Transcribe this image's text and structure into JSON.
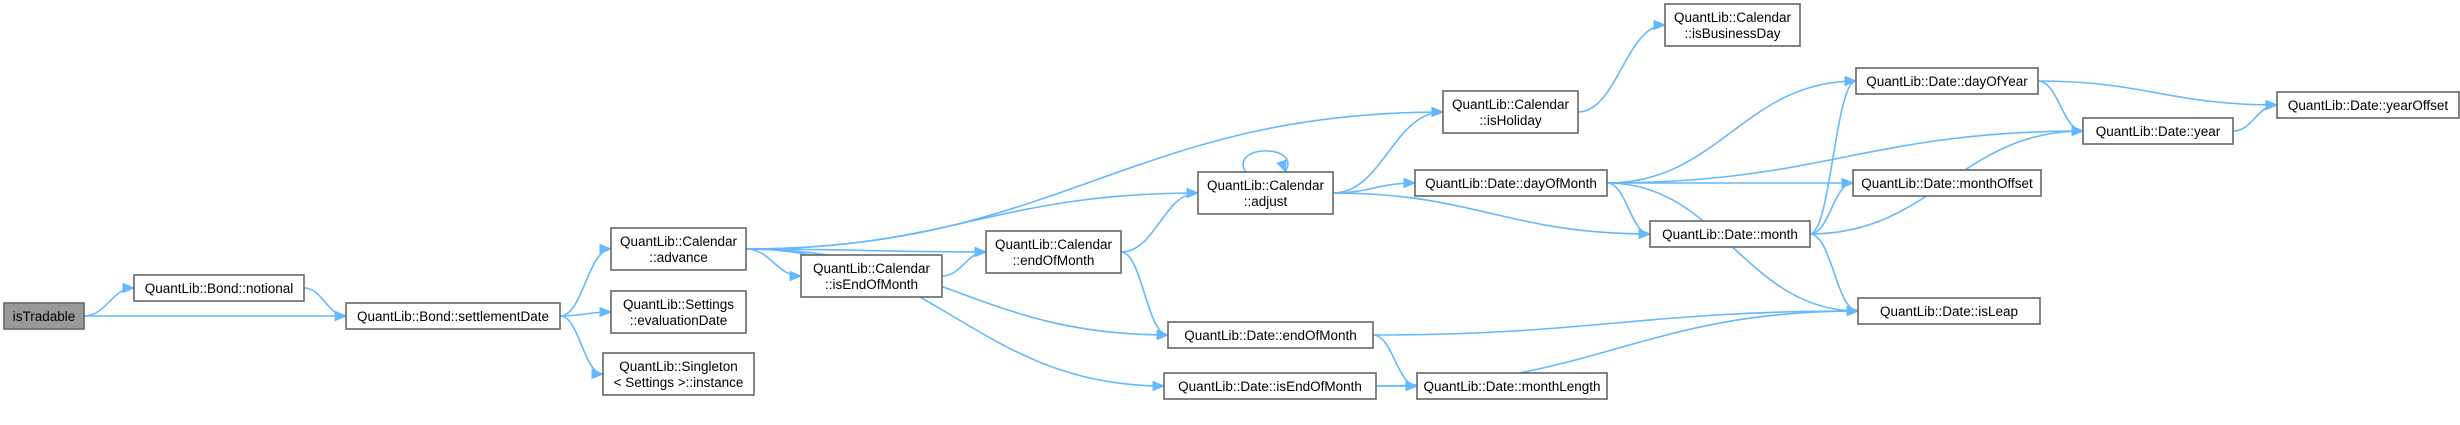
{
  "nodes": {
    "isTradable": [
      "isTradable"
    ],
    "bond_notional": [
      "QuantLib::Bond::notional"
    ],
    "bond_settlementDate": [
      "QuantLib::Bond::settlementDate"
    ],
    "calendar_advance": [
      "QuantLib::Calendar",
      "::advance"
    ],
    "settings_evaluationDate": [
      "QuantLib::Settings",
      "::evaluationDate"
    ],
    "singleton_instance": [
      "QuantLib::Singleton",
      "< Settings >::instance"
    ],
    "calendar_isEndOfMonth": [
      "QuantLib::Calendar",
      "::isEndOfMonth"
    ],
    "calendar_endOfMonth": [
      "QuantLib::Calendar",
      "::endOfMonth"
    ],
    "date_endOfMonth": [
      "QuantLib::Date::endOfMonth"
    ],
    "date_isEndOfMonth": [
      "QuantLib::Date::isEndOfMonth"
    ],
    "calendar_adjust": [
      "QuantLib::Calendar",
      "::adjust"
    ],
    "calendar_isHoliday": [
      "QuantLib::Calendar",
      "::isHoliday"
    ],
    "calendar_isBusinessDay": [
      "QuantLib::Calendar",
      "::isBusinessDay"
    ],
    "date_dayOfMonth": [
      "QuantLib::Date::dayOfMonth"
    ],
    "date_monthLength": [
      "QuantLib::Date::monthLength"
    ],
    "date_month": [
      "QuantLib::Date::month"
    ],
    "date_dayOfYear": [
      "QuantLib::Date::dayOfYear"
    ],
    "date_monthOffset": [
      "QuantLib::Date::monthOffset"
    ],
    "date_year": [
      "QuantLib::Date::year"
    ],
    "date_isLeap": [
      "QuantLib::Date::isLeap"
    ],
    "date_yearOffset": [
      "QuantLib::Date::yearOffset"
    ]
  },
  "edges": [
    [
      "isTradable",
      "bond_notional"
    ],
    [
      "isTradable",
      "bond_settlementDate"
    ],
    [
      "bond_notional",
      "bond_settlementDate"
    ],
    [
      "bond_settlementDate",
      "calendar_advance"
    ],
    [
      "bond_settlementDate",
      "settings_evaluationDate"
    ],
    [
      "bond_settlementDate",
      "singleton_instance"
    ],
    [
      "calendar_advance",
      "calendar_adjust"
    ],
    [
      "calendar_advance",
      "calendar_endOfMonth"
    ],
    [
      "calendar_advance",
      "calendar_isEndOfMonth"
    ],
    [
      "calendar_advance",
      "calendar_isHoliday"
    ],
    [
      "calendar_advance",
      "date_endOfMonth"
    ],
    [
      "calendar_advance",
      "date_isEndOfMonth"
    ],
    [
      "calendar_isEndOfMonth",
      "calendar_endOfMonth"
    ],
    [
      "calendar_endOfMonth",
      "calendar_adjust"
    ],
    [
      "calendar_endOfMonth",
      "date_endOfMonth"
    ],
    [
      "calendar_adjust",
      "calendar_adjust"
    ],
    [
      "calendar_adjust",
      "calendar_isHoliday"
    ],
    [
      "calendar_adjust",
      "date_dayOfMonth"
    ],
    [
      "calendar_adjust",
      "date_month"
    ],
    [
      "calendar_isHoliday",
      "calendar_isBusinessDay"
    ],
    [
      "date_dayOfMonth",
      "date_dayOfYear"
    ],
    [
      "date_dayOfMonth",
      "date_year"
    ],
    [
      "date_dayOfMonth",
      "date_monthOffset"
    ],
    [
      "date_dayOfMonth",
      "date_month"
    ],
    [
      "date_dayOfMonth",
      "date_isLeap"
    ],
    [
      "date_endOfMonth",
      "date_monthLength"
    ],
    [
      "date_endOfMonth",
      "date_isLeap"
    ],
    [
      "date_isEndOfMonth",
      "date_monthLength"
    ],
    [
      "date_isEndOfMonth",
      "date_isLeap"
    ],
    [
      "date_month",
      "date_dayOfYear"
    ],
    [
      "date_month",
      "date_monthOffset"
    ],
    [
      "date_month",
      "date_year"
    ],
    [
      "date_month",
      "date_isLeap"
    ],
    [
      "date_dayOfYear",
      "date_year"
    ],
    [
      "date_dayOfYear",
      "date_yearOffset"
    ],
    [
      "date_year",
      "date_yearOffset"
    ]
  ],
  "colors": {
    "edge": "#63b8ff",
    "node_border": "#666666",
    "node_fill": "#ffffff",
    "root_fill": "#999999"
  }
}
